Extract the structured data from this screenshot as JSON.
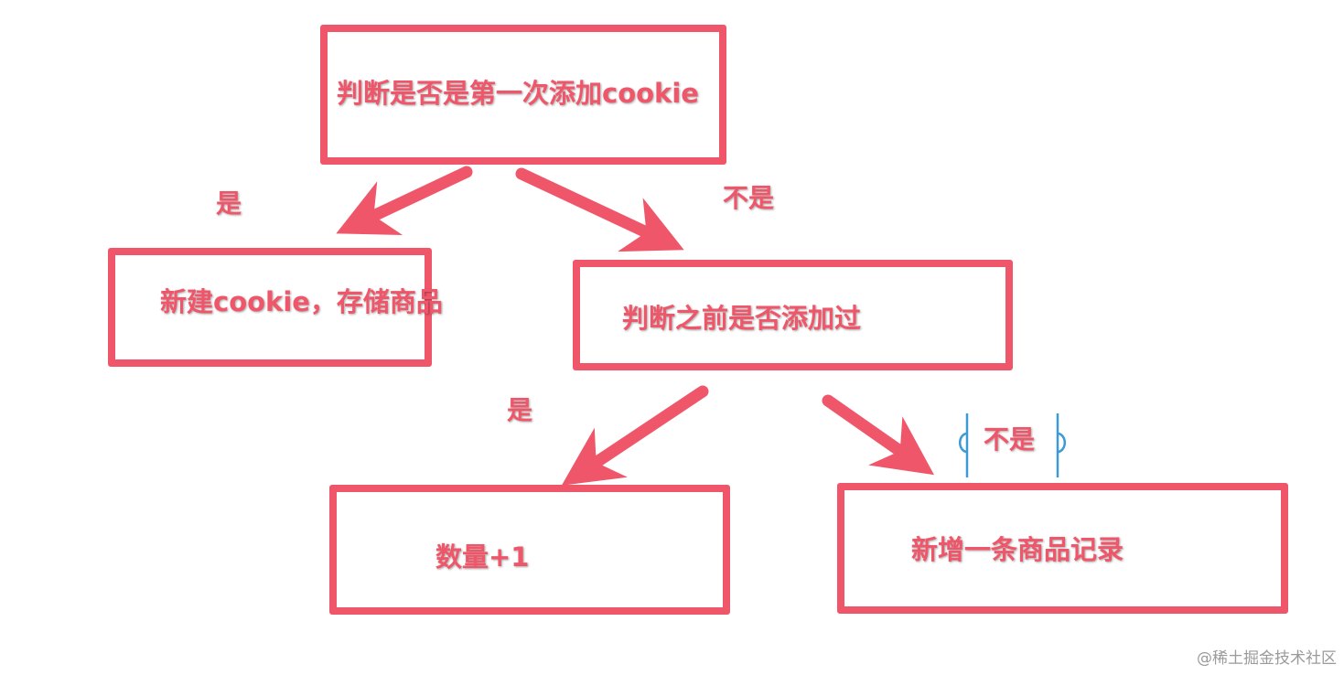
{
  "nodes": {
    "root": "判断是否是第一次添加cookie",
    "new_cookie": "新建cookie，存储商品",
    "check_added": "判断之前是否添加过",
    "increment": "数量+1",
    "new_record": "新增一条商品记录"
  },
  "edges": {
    "yes_left": "是",
    "no_right": "不是",
    "yes_lower": "是",
    "no_lower": "不是"
  },
  "watermark": "@稀土掘金技术社区",
  "colors": {
    "accent": "#f0566a",
    "cursor": "#3c9ad6"
  }
}
